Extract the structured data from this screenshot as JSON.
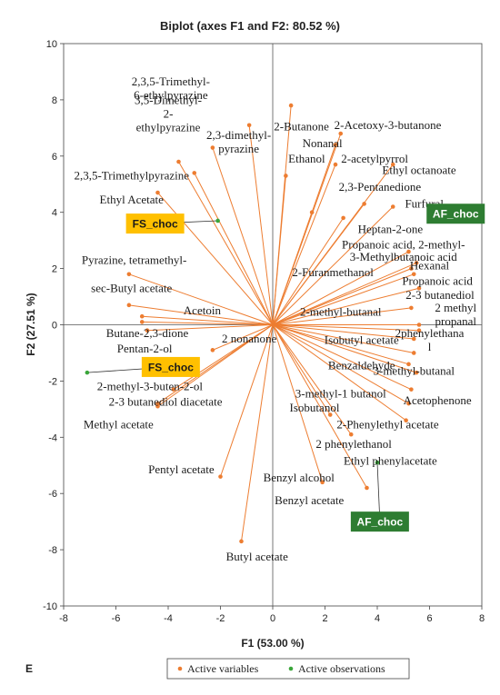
{
  "panel_letter": "E",
  "colors": {
    "variables": "#ED7D31",
    "observations": "#3AA63A",
    "fs_box": "#FFC000",
    "af_box": "#2E7D32",
    "af_text": "#ffffff",
    "fs_text": "#1a1a1a"
  },
  "chart_data": {
    "type": "scatter",
    "title": "Biplot (axes F1 and F2: 80.52 %)",
    "xlabel": "F1 (53.00 %)",
    "ylabel": "F2 (27.51 %)",
    "xlim": [
      -8,
      8
    ],
    "ylim": [
      -10,
      10
    ],
    "xticks": [
      -8,
      -6,
      -4,
      -2,
      0,
      2,
      4,
      6,
      8
    ],
    "yticks": [
      -10,
      -8,
      -6,
      -4,
      -2,
      0,
      2,
      4,
      6,
      8,
      10
    ],
    "grid": false,
    "legend": {
      "position": "bottom",
      "entries": [
        "Active variables",
        "Active observations"
      ]
    },
    "variables": [
      {
        "name": "2,3,5-Trimethyl-6-ethylpyrazine",
        "lines": [
          "2,3,5-Trimethyl-",
          "6-ethylpyrazine"
        ],
        "x": -0.9,
        "y": 7.1,
        "label_pos": [
          -3.9,
          8.4
        ]
      },
      {
        "name": "3,5-Dimethyl-2-ethylpyrazine",
        "lines": [
          "3,5-Dimethyl-",
          "2-",
          "ethylpyrazine"
        ],
        "x": -3.0,
        "y": 5.4,
        "label_pos": [
          -4.0,
          7.5
        ]
      },
      {
        "name": "2,3-dimethyl-pyrazine",
        "lines": [
          "2,3-dimethyl-",
          "pyrazine"
        ],
        "x": -2.3,
        "y": 6.3,
        "label_pos": [
          -1.3,
          6.5
        ]
      },
      {
        "name": "2,3,5-Trimethylpyrazine",
        "lines": [
          "2,3,5-Trimethylpyrazine"
        ],
        "x": -3.6,
        "y": 5.8,
        "label_pos": [
          -5.4,
          5.3
        ]
      },
      {
        "name": "Ethyl Acetate",
        "lines": [
          "Ethyl Acetate"
        ],
        "x": -4.4,
        "y": 4.7,
        "label_pos": [
          -5.4,
          4.45
        ]
      },
      {
        "name": "Pyrazine, tetramethyl-",
        "lines": [
          "Pyrazine, tetramethyl-"
        ],
        "x": -5.5,
        "y": 1.8,
        "label_pos": [
          -5.3,
          2.3
        ]
      },
      {
        "name": "sec-Butyl acetate",
        "lines": [
          "sec-Butyl acetate"
        ],
        "x": -5.5,
        "y": 0.7,
        "label_pos": [
          -5.4,
          1.3
        ]
      },
      {
        "name": "Acetoin",
        "lines": [
          "Acetoin"
        ],
        "x": -5.0,
        "y": 0.3,
        "label_pos": [
          -2.7,
          0.5
        ]
      },
      {
        "name": "Butane-2,3-dione",
        "lines": [
          "Butane-2,3-dione"
        ],
        "x": -5.0,
        "y": 0.1,
        "label_pos": [
          -4.8,
          -0.3
        ]
      },
      {
        "name": "Pentan-2-ol",
        "lines": [
          "Pentan-2-ol"
        ],
        "x": -4.8,
        "y": -0.2,
        "label_pos": [
          -4.9,
          -0.85
        ]
      },
      {
        "name": "2 nonanone",
        "lines": [
          "2 nonanone"
        ],
        "x": -2.3,
        "y": -0.9,
        "label_pos": [
          -0.9,
          -0.5
        ]
      },
      {
        "name": "2-methyl-3-buten-2-ol",
        "lines": [
          "2-methyl-3-buten-2-ol"
        ],
        "x": -3.8,
        "y": -2.3,
        "label_pos": [
          -4.7,
          -2.2
        ]
      },
      {
        "name": "2-3 butanediol diacetate",
        "lines": [
          "2-3 butanediol diacetate"
        ],
        "x": -4.4,
        "y": -2.8,
        "label_pos": [
          -4.1,
          -2.75
        ]
      },
      {
        "name": "Methyl acetate",
        "lines": [
          "Methyl acetate"
        ],
        "x": -4.4,
        "y": -2.9,
        "label_pos": [
          -5.9,
          -3.55
        ]
      },
      {
        "name": "Pentyl acetate",
        "lines": [
          "Pentyl acetate"
        ],
        "x": -2.0,
        "y": -5.4,
        "label_pos": [
          -3.5,
          -5.15
        ]
      },
      {
        "name": "Butyl acetate",
        "lines": [
          "Butyl acetate"
        ],
        "x": -1.2,
        "y": -7.7,
        "label_pos": [
          -0.6,
          -8.25
        ]
      },
      {
        "name": "Benzyl alcohol",
        "lines": [
          "Benzyl alcohol"
        ],
        "x": 1.9,
        "y": -5.6,
        "label_pos": [
          1.0,
          -5.45
        ]
      },
      {
        "name": "Benzyl acetate",
        "lines": [
          "Benzyl acetate"
        ],
        "x": 3.6,
        "y": -5.8,
        "label_pos": [
          1.4,
          -6.25
        ]
      },
      {
        "name": "2-Butanone",
        "lines": [
          "2-Butanone"
        ],
        "x": 0.7,
        "y": 7.8,
        "label_pos": [
          1.1,
          7.05
        ]
      },
      {
        "name": "2-Acetoxy-3-butanone",
        "lines": [
          "2-Acetoxy-3-butanone"
        ],
        "x": 2.6,
        "y": 6.8,
        "label_pos": [
          4.4,
          7.1
        ]
      },
      {
        "name": "Nonanal",
        "lines": [
          "Nonanal"
        ],
        "x": 2.4,
        "y": 6.4,
        "label_pos": [
          1.9,
          6.45
        ]
      },
      {
        "name": "Ethanol",
        "lines": [
          "Ethanol"
        ],
        "x": 0.5,
        "y": 5.3,
        "label_pos": [
          1.3,
          5.9
        ]
      },
      {
        "name": "2-acetylpyrrol",
        "lines": [
          "2-acetylpyrrol"
        ],
        "x": 2.4,
        "y": 5.7,
        "label_pos": [
          3.9,
          5.9
        ]
      },
      {
        "name": "Ethyl octanoate",
        "lines": [
          "Ethyl octanoate"
        ],
        "x": 4.6,
        "y": 5.7,
        "label_pos": [
          5.6,
          5.5
        ]
      },
      {
        "name": "2,3-Pentanedione",
        "lines": [
          "2,3-Pentanedione"
        ],
        "x": 3.5,
        "y": 4.3,
        "label_pos": [
          4.1,
          4.9
        ]
      },
      {
        "name": "Furfural",
        "lines": [
          "Furfural"
        ],
        "x": 4.6,
        "y": 4.2,
        "label_pos": [
          5.8,
          4.3
        ]
      },
      {
        "name": "Heptan-2-one",
        "lines": [
          "Heptan-2-one"
        ],
        "x": 1.5,
        "y": 4.0,
        "label_pos": [
          4.5,
          3.4
        ]
      },
      {
        "name": "Propanoic acid, 2-methyl-",
        "lines": [
          "Propanoic acid, 2-methyl-"
        ],
        "x": 2.7,
        "y": 3.8,
        "label_pos": [
          5.0,
          2.85
        ]
      },
      {
        "name": "3-Methylbutanoic acid",
        "lines": [
          "3-Methylbutanoic acid"
        ],
        "x": 5.2,
        "y": 2.6,
        "label_pos": [
          5.0,
          2.4
        ]
      },
      {
        "name": "Hexanal",
        "lines": [
          "Hexanal"
        ],
        "x": 5.5,
        "y": 2.2,
        "label_pos": [
          6.0,
          2.1
        ]
      },
      {
        "name": "2-Furanmethanol",
        "lines": [
          "2-Furanmethanol"
        ],
        "x": 5.3,
        "y": 2.0,
        "label_pos": [
          2.3,
          1.85
        ]
      },
      {
        "name": "Propanoic acid",
        "lines": [
          "Propanoic acid"
        ],
        "x": 5.4,
        "y": 1.8,
        "label_pos": [
          6.3,
          1.55
        ]
      },
      {
        "name": "2-3 butanediol",
        "lines": [
          "2-3 butanediol"
        ],
        "x": 5.6,
        "y": 1.3,
        "label_pos": [
          6.4,
          1.05
        ]
      },
      {
        "name": "2-methyl-butanal",
        "lines": [
          "2-methyl-butanal"
        ],
        "x": 5.3,
        "y": 0.6,
        "label_pos": [
          2.6,
          0.45
        ]
      },
      {
        "name": "2 methyl propanal",
        "lines": [
          "2 methyl",
          "propanal"
        ],
        "x": 5.6,
        "y": 0,
        "label_pos": [
          7.0,
          0.35
        ]
      },
      {
        "name": "2phenylethanal",
        "lines": [
          "2phenylethana",
          "l"
        ],
        "x": 5.6,
        "y": -0.2,
        "label_pos": [
          6.0,
          -0.55
        ]
      },
      {
        "name": "Isobutyl acetate",
        "lines": [
          "Isobutyl acetate"
        ],
        "x": 5.4,
        "y": -0.5,
        "label_pos": [
          3.4,
          -0.55
        ]
      },
      {
        "name": "Benzaldehyde",
        "lines": [
          "Benzaldehyde"
        ],
        "x": 5.4,
        "y": -1.0,
        "label_pos": [
          3.4,
          -1.45
        ]
      },
      {
        "name": "3-methyl-butanal",
        "lines": [
          "3-methyl-butanal"
        ],
        "x": 5.2,
        "y": -1.4,
        "label_pos": [
          5.4,
          -1.65
        ]
      },
      {
        "name": "3-methyl-1 butanol",
        "lines": [
          "3-methyl-1 butanol"
        ],
        "x": 5.5,
        "y": -1.7,
        "label_pos": [
          2.6,
          -2.45
        ]
      },
      {
        "name": "Acetophenone",
        "lines": [
          "Acetophenone"
        ],
        "x": 5.3,
        "y": -2.3,
        "label_pos": [
          6.3,
          -2.7
        ]
      },
      {
        "name": "Isobutanol",
        "lines": [
          "Isobutanol"
        ],
        "x": 5.2,
        "y": -2.8,
        "label_pos": [
          1.6,
          -2.95
        ]
      },
      {
        "name": "2-Phenylethyl acetate",
        "lines": [
          "2-Phenylethyl acetate"
        ],
        "x": 2.2,
        "y": -3.2,
        "label_pos": [
          4.4,
          -3.55
        ]
      },
      {
        "name": "2 phenylethanol",
        "lines": [
          "2 phenylethanol"
        ],
        "x": 3.0,
        "y": -3.9,
        "label_pos": [
          3.1,
          -4.25
        ]
      },
      {
        "name": "Ethyl phenylacetate",
        "lines": [
          "Ethyl phenylacetate"
        ],
        "x": 5.1,
        "y": -3.4,
        "label_pos": [
          4.5,
          -4.85
        ]
      }
    ],
    "observations": [
      {
        "name": "FS_choc",
        "x": -2.1,
        "y": 3.7,
        "label_pos": [
          -4.5,
          3.6
        ],
        "box": "fs"
      },
      {
        "name": "FS_choc",
        "x": -7.1,
        "y": -1.7,
        "label_pos": [
          -3.9,
          -1.5
        ],
        "box": "fs"
      },
      {
        "name": "AF_choc",
        "x": 6.0,
        "y": 4.0,
        "label_pos": [
          7.0,
          3.95
        ],
        "box": "af"
      },
      {
        "name": "AF_choc",
        "x": 4.0,
        "y": -4.9,
        "label_pos": [
          4.1,
          -7.0
        ],
        "box": "af"
      }
    ]
  }
}
